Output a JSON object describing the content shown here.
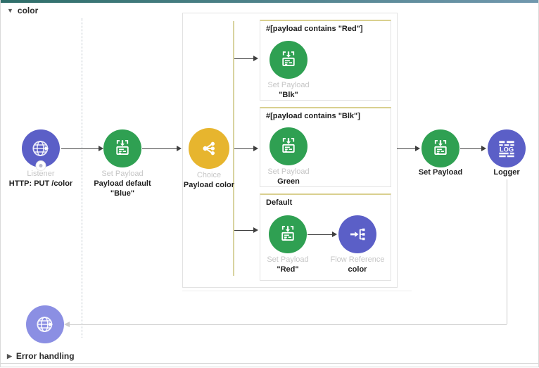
{
  "colors": {
    "indigo": "#5b5fc7",
    "indigo_light": "#8b8fe3",
    "green": "#2fa052",
    "amber": "#e7b52e",
    "rail_yellow": "#d8d3a0",
    "branch_top_yellow": "#d9d08f",
    "box_border": "#e2e2e2",
    "arrow_dark": "#3f3f3f",
    "arrow_light": "#cccccc",
    "label_gray": "#c6c6c6",
    "label_dark": "#1f1f1f",
    "topbar_left": "#2e6e69",
    "topbar_right": "#7198ae"
  },
  "header": {
    "collapse_glyph": "▼",
    "title": "color"
  },
  "footer": {
    "collapse_glyph": "▶",
    "title": "Error handling"
  },
  "icons": {
    "listener": "globe-icon",
    "set_payload": "payload-document-icon",
    "choice": "branch-share-icon",
    "flow_reference": "flow-reference-icon",
    "logger": "log-lines-icon",
    "error_listener": "globe-icon"
  },
  "flow": {
    "listener": {
      "type": "Listener",
      "name": "HTTP: PUT /color"
    },
    "payload_default": {
      "type": "Set Payload",
      "name_line1": "Payload default",
      "name_line2": "\"Blue\""
    },
    "choice": {
      "type": "Choice",
      "name": "Payload color"
    },
    "branches": [
      {
        "condition": "#[payload contains \"Red\"]",
        "step": {
          "type": "Set Payload",
          "name": "\"Blk\""
        }
      },
      {
        "condition": "#[payload contains \"Blk\"]",
        "step": {
          "type": "Set Payload",
          "name": "Green"
        }
      },
      {
        "condition": "Default",
        "step": {
          "type": "Set Payload",
          "name": "\"Red\""
        },
        "flow_reference": {
          "type": "Flow Reference",
          "name": "color"
        }
      }
    ],
    "set_payload_final": {
      "name": "Set Payload"
    },
    "logger": {
      "name": "Logger",
      "icon_text": "LOG"
    }
  }
}
